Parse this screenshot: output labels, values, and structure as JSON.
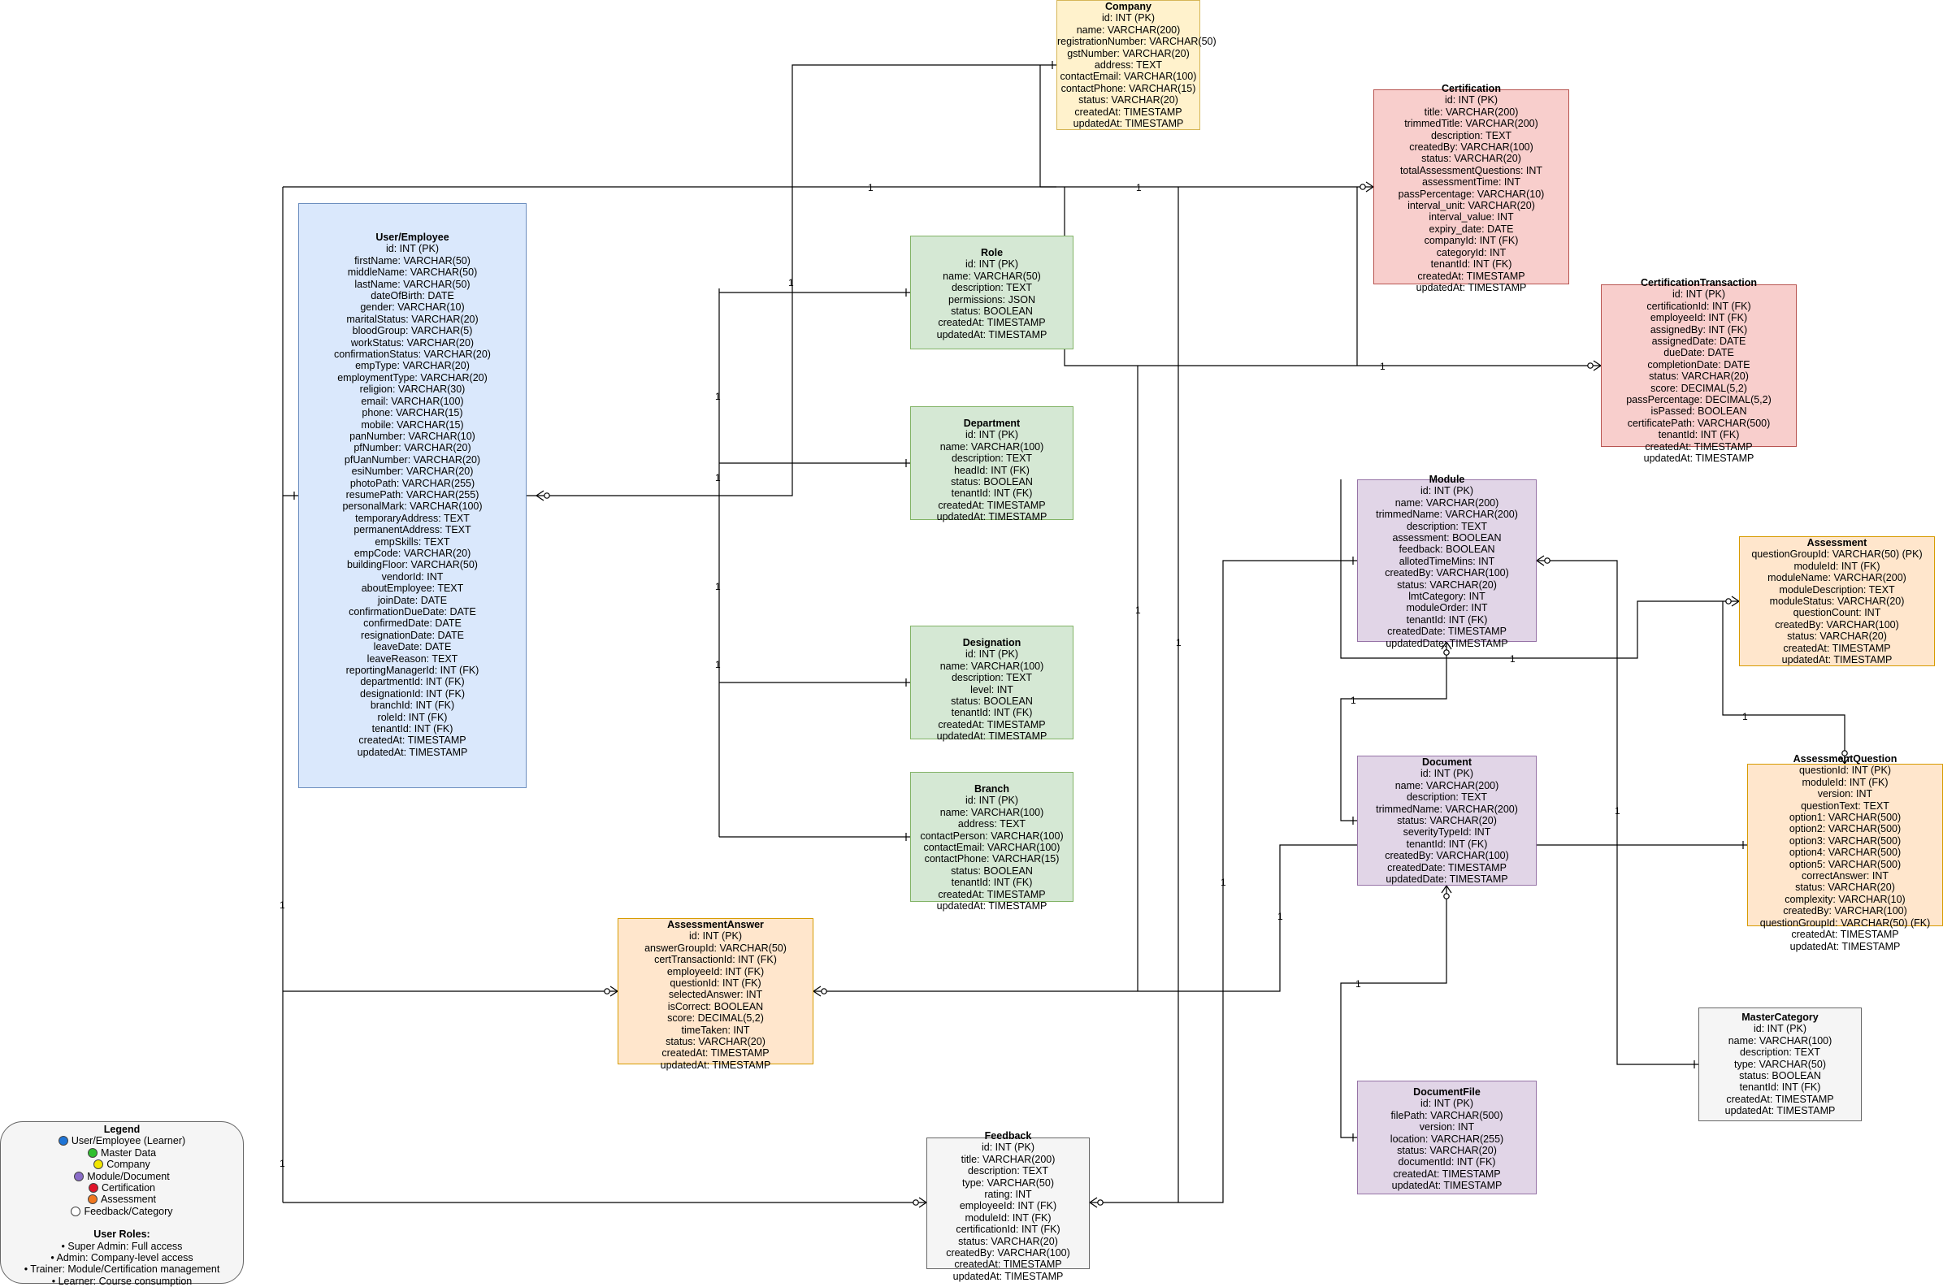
{
  "colors": {
    "user": "#dae8fc",
    "master": "#d5e8d4",
    "company": "#fff2cc",
    "module": "#e1d5e7",
    "certification": "#f8cecc",
    "assessment": "#ffe6cc",
    "feedback": "#f5f5f5"
  },
  "entities": {
    "company": {
      "title": "Company",
      "fields": [
        "id: INT (PK)",
        "name: VARCHAR(200)",
        "registrationNumber: VARCHAR(50)",
        "gstNumber: VARCHAR(20)",
        "address: TEXT",
        "contactEmail: VARCHAR(100)",
        "contactPhone: VARCHAR(15)",
        "status: VARCHAR(20)",
        "createdAt: TIMESTAMP",
        "updatedAt: TIMESTAMP"
      ]
    },
    "certification": {
      "title": "Certification",
      "fields": [
        "id: INT (PK)",
        "title: VARCHAR(200)",
        "trimmedTitle: VARCHAR(200)",
        "description: TEXT",
        "createdBy: VARCHAR(100)",
        "status: VARCHAR(20)",
        "totalAssessmentQuestions: INT",
        "assessmentTime: INT",
        "passPercentage: VARCHAR(10)",
        "interval_unit: VARCHAR(20)",
        "interval_value: INT",
        "expiry_date: DATE",
        "companyId: INT (FK)",
        "categoryId: INT",
        "tenantId: INT (FK)",
        "createdAt: TIMESTAMP",
        "updatedAt: TIMESTAMP"
      ]
    },
    "user": {
      "title": "User/Employee",
      "fields": [
        "id: INT (PK)",
        "firstName: VARCHAR(50)",
        "middleName: VARCHAR(50)",
        "lastName: VARCHAR(50)",
        "dateOfBirth: DATE",
        "gender: VARCHAR(10)",
        "maritalStatus: VARCHAR(20)",
        "bloodGroup: VARCHAR(5)",
        "workStatus: VARCHAR(20)",
        "confirmationStatus: VARCHAR(20)",
        "empType: VARCHAR(20)",
        "employmentType: VARCHAR(20)",
        "religion: VARCHAR(30)",
        "email: VARCHAR(100)",
        "phone: VARCHAR(15)",
        "mobile: VARCHAR(15)",
        "panNumber: VARCHAR(10)",
        "pfNumber: VARCHAR(20)",
        "pfUanNumber: VARCHAR(20)",
        "esiNumber: VARCHAR(20)",
        "photoPath: VARCHAR(255)",
        "resumePath: VARCHAR(255)",
        "personalMark: VARCHAR(100)",
        "temporaryAddress: TEXT",
        "permanentAddress: TEXT",
        "empSkills: TEXT",
        "empCode: VARCHAR(20)",
        "buildingFloor: VARCHAR(50)",
        "vendorId: INT",
        "aboutEmployee: TEXT",
        "joinDate: DATE",
        "confirmationDueDate: DATE",
        "confirmedDate: DATE",
        "resignationDate: DATE",
        "leaveDate: DATE",
        "leaveReason: TEXT",
        "reportingManagerId: INT (FK)",
        "departmentId: INT (FK)",
        "designationId: INT (FK)",
        "branchId: INT (FK)",
        "roleId: INT (FK)",
        "tenantId: INT (FK)",
        "createdAt: TIMESTAMP",
        "updatedAt: TIMESTAMP"
      ]
    },
    "role": {
      "title": "Role",
      "fields": [
        "id: INT (PK)",
        "name: VARCHAR(50)",
        "description: TEXT",
        "permissions: JSON",
        "status: BOOLEAN",
        "createdAt: TIMESTAMP",
        "updatedAt: TIMESTAMP"
      ]
    },
    "certtxn": {
      "title": "CertificationTransaction",
      "fields": [
        "id: INT (PK)",
        "certificationId: INT (FK)",
        "employeeId: INT (FK)",
        "assignedBy: INT (FK)",
        "assignedDate: DATE",
        "dueDate: DATE",
        "completionDate: DATE",
        "status: VARCHAR(20)",
        "score: DECIMAL(5,2)",
        "passPercentage: DECIMAL(5,2)",
        "isPassed: BOOLEAN",
        "certificatePath: VARCHAR(500)",
        "tenantId: INT (FK)",
        "createdAt: TIMESTAMP",
        "updatedAt: TIMESTAMP"
      ]
    },
    "department": {
      "title": "Department",
      "fields": [
        "id: INT (PK)",
        "name: VARCHAR(100)",
        "description: TEXT",
        "headId: INT (FK)",
        "status: BOOLEAN",
        "tenantId: INT (FK)",
        "createdAt: TIMESTAMP",
        "updatedAt: TIMESTAMP"
      ]
    },
    "module": {
      "title": "Module",
      "fields": [
        "id: INT (PK)",
        "name: VARCHAR(200)",
        "trimmedName: VARCHAR(200)",
        "description: TEXT",
        "assessment: BOOLEAN",
        "feedback: BOOLEAN",
        "allotedTimeMins: INT",
        "createdBy: VARCHAR(100)",
        "status: VARCHAR(20)",
        "lmtCategory: INT",
        "moduleOrder: INT",
        "tenantId: INT (FK)",
        "createdDate: TIMESTAMP",
        "updatedDate: TIMESTAMP"
      ]
    },
    "assessment": {
      "title": "Assessment",
      "fields": [
        "questionGroupId: VARCHAR(50) (PK)",
        "moduleId: INT (FK)",
        "moduleName: VARCHAR(200)",
        "moduleDescription: TEXT",
        "moduleStatus: VARCHAR(20)",
        "questionCount: INT",
        "createdBy: VARCHAR(100)",
        "status: VARCHAR(20)",
        "createdAt: TIMESTAMP",
        "updatedAt: TIMESTAMP"
      ]
    },
    "designation": {
      "title": "Designation",
      "fields": [
        "id: INT (PK)",
        "name: VARCHAR(100)",
        "description: TEXT",
        "level: INT",
        "status: BOOLEAN",
        "tenantId: INT (FK)",
        "createdAt: TIMESTAMP",
        "updatedAt: TIMESTAMP"
      ]
    },
    "document": {
      "title": "Document",
      "fields": [
        "id: INT (PK)",
        "name: VARCHAR(200)",
        "description: TEXT",
        "trimmedName: VARCHAR(200)",
        "status: VARCHAR(20)",
        "severityTypeId: INT",
        "tenantId: INT (FK)",
        "createdBy: VARCHAR(100)",
        "createdDate: TIMESTAMP",
        "updatedDate: TIMESTAMP"
      ]
    },
    "question": {
      "title": "AssessmentQuestion",
      "fields": [
        "questionId: INT (PK)",
        "moduleId: INT (FK)",
        "version: INT",
        "questionText: TEXT",
        "option1: VARCHAR(500)",
        "option2: VARCHAR(500)",
        "option3: VARCHAR(500)",
        "option4: VARCHAR(500)",
        "option5: VARCHAR(500)",
        "correctAnswer: INT",
        "status: VARCHAR(20)",
        "complexity: VARCHAR(10)",
        "createdBy: VARCHAR(100)",
        "questionGroupId: VARCHAR(50) (FK)",
        "createdAt: TIMESTAMP",
        "updatedAt: TIMESTAMP"
      ]
    },
    "branch": {
      "title": "Branch",
      "fields": [
        "id: INT (PK)",
        "name: VARCHAR(100)",
        "address: TEXT",
        "contactPerson: VARCHAR(100)",
        "contactEmail: VARCHAR(100)",
        "contactPhone: VARCHAR(15)",
        "status: BOOLEAN",
        "tenantId: INT (FK)",
        "createdAt: TIMESTAMP",
        "updatedAt: TIMESTAMP"
      ]
    },
    "answer": {
      "title": "AssessmentAnswer",
      "fields": [
        "id: INT (PK)",
        "answerGroupId: VARCHAR(50)",
        "certTransactionId: INT (FK)",
        "employeeId: INT (FK)",
        "questionId: INT (FK)",
        "selectedAnswer: INT",
        "isCorrect: BOOLEAN",
        "score: DECIMAL(5,2)",
        "timeTaken: INT",
        "status: VARCHAR(20)",
        "createdAt: TIMESTAMP",
        "updatedAt: TIMESTAMP"
      ]
    },
    "mastercategory": {
      "title": "MasterCategory",
      "fields": [
        "id: INT (PK)",
        "name: VARCHAR(100)",
        "description: TEXT",
        "type: VARCHAR(50)",
        "status: BOOLEAN",
        "tenantId: INT (FK)",
        "createdAt: TIMESTAMP",
        "updatedAt: TIMESTAMP"
      ]
    },
    "documentfile": {
      "title": "DocumentFile",
      "fields": [
        "id: INT (PK)",
        "filePath: VARCHAR(500)",
        "version: INT",
        "location: VARCHAR(255)",
        "status: VARCHAR(20)",
        "documentId: INT (FK)",
        "createdAt: TIMESTAMP",
        "updatedAt: TIMESTAMP"
      ]
    },
    "feedback": {
      "title": "Feedback",
      "fields": [
        "id: INT (PK)",
        "title: VARCHAR(200)",
        "description: TEXT",
        "type: VARCHAR(50)",
        "rating: INT",
        "employeeId: INT (FK)",
        "moduleId: INT (FK)",
        "certificationId: INT (FK)",
        "status: VARCHAR(20)",
        "createdBy: VARCHAR(100)",
        "createdAt: TIMESTAMP",
        "updatedAt: TIMESTAMP"
      ]
    }
  },
  "legend": {
    "title": "Legend",
    "items": [
      {
        "label": "User/Employee (Learner)",
        "color": "#1e74d6"
      },
      {
        "label": "Master Data",
        "color": "#2fbf2f"
      },
      {
        "label": "Company",
        "color": "#f2e600"
      },
      {
        "label": "Module/Document",
        "color": "#8a6cc8"
      },
      {
        "label": "Certification",
        "color": "#e0142a"
      },
      {
        "label": "Assessment",
        "color": "#f07820"
      },
      {
        "label": "Feedback/Category",
        "color": "#ffffff"
      }
    ],
    "roles_title": "User Roles:",
    "roles": [
      "• Super Admin: Full access",
      "• Admin: Company-level access",
      "• Trainer: Module/Certification management",
      "• Learner: Course consumption"
    ]
  },
  "cardinality_one": "1"
}
